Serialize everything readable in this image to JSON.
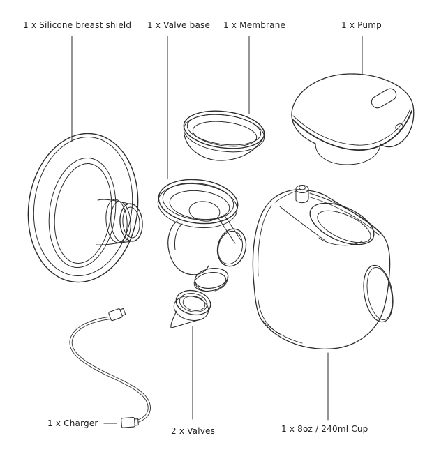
{
  "diagram": {
    "background_color": "#ffffff",
    "line_color": "#2b2b2b",
    "text_color": "#1d1d1d",
    "labels": {
      "breast_shield": "1 x Silicone breast shield",
      "valve_base": "1 x Valve base",
      "membrane": "1 x Membrane",
      "pump": "1 x Pump",
      "charger": "1 x Charger",
      "valves": "2 x Valves",
      "cup": "1 x 8oz / 240ml Cup"
    }
  }
}
